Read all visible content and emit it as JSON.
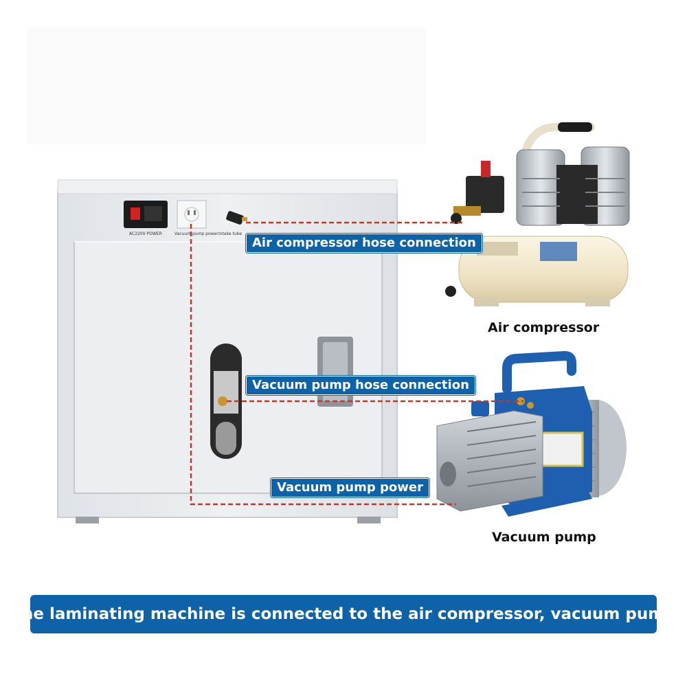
{
  "labels": {
    "air_hose": "Air compressor hose connection",
    "vacuum_hose": "Vacuum pump hose connection",
    "vacuum_power": "Vacuum pump power"
  },
  "captions": {
    "air_compressor": "Air compressor",
    "vacuum_pump": "Vacuum pump"
  },
  "panel_text": {
    "power": "AC220V POWER",
    "vacuum_power": "Vacuum pump power",
    "intake": "Intake tube"
  },
  "banner": "The laminating machine is connected to the air compressor, vacuum pump",
  "colors": {
    "accent": "#0e63a8",
    "dashed_line": "#c0392b",
    "cabinet": "#e8ebee",
    "compressor_tank": "#f3ead3",
    "pump_blue": "#1f5fb0"
  }
}
